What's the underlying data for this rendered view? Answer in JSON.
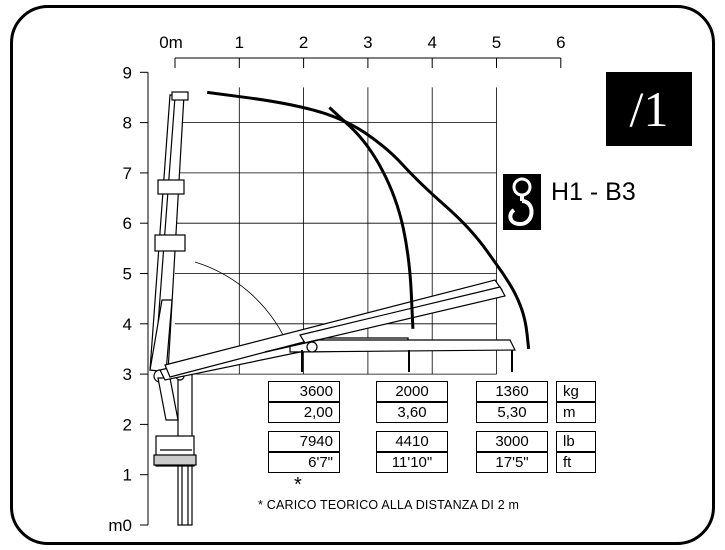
{
  "axes": {
    "x_labels": [
      "0m",
      "1",
      "2",
      "3",
      "4",
      "5",
      "6"
    ],
    "y_labels": [
      "9",
      "8",
      "7",
      "6",
      "5",
      "4",
      "3",
      "2",
      "1",
      "m0"
    ]
  },
  "badge": {
    "text": "/1"
  },
  "model": {
    "label": "H1 - B3",
    "icon": "crane-hook-icon"
  },
  "load_table": {
    "units": {
      "kg": "kg",
      "m": "m",
      "lb": "lb",
      "ft": "ft"
    },
    "columns": [
      {
        "kg": "3600",
        "m": "2,00",
        "lb": "7940",
        "ft": "6'7\""
      },
      {
        "kg": "2000",
        "m": "3,60",
        "lb": "4410",
        "ft": "11'10\""
      },
      {
        "kg": "1360",
        "m": "5,30",
        "lb": "3000",
        "ft": "17'5\""
      }
    ]
  },
  "footnote": {
    "marker": "*",
    "text": "* CARICO TEORICO ALLA DISTANZA DI 2 m"
  },
  "chart_data": {
    "type": "line",
    "x_unit": "m",
    "y_unit": "m",
    "xlim": [
      0,
      6
    ],
    "ylim": [
      0,
      9
    ],
    "grid": true,
    "series": [
      {
        "points": [
          [
            0.5,
            8.6
          ],
          [
            1.7,
            8.4
          ],
          [
            2.6,
            8.1
          ],
          [
            3.3,
            7.5
          ],
          [
            3.8,
            6.8
          ],
          [
            4.6,
            5.9
          ],
          [
            5.1,
            5.0
          ]
        ]
      },
      {
        "points": [
          [
            2.4,
            8.3
          ],
          [
            3.0,
            7.6
          ],
          [
            3.45,
            6.5
          ],
          [
            3.65,
            5.3
          ],
          [
            3.7,
            3.9
          ]
        ]
      },
      {
        "points": [
          [
            5.1,
            5.0
          ],
          [
            5.3,
            4.6
          ],
          [
            5.45,
            4.1
          ],
          [
            5.5,
            3.5
          ]
        ]
      }
    ]
  },
  "colors": {
    "line": "#000000",
    "background": "#ffffff"
  }
}
